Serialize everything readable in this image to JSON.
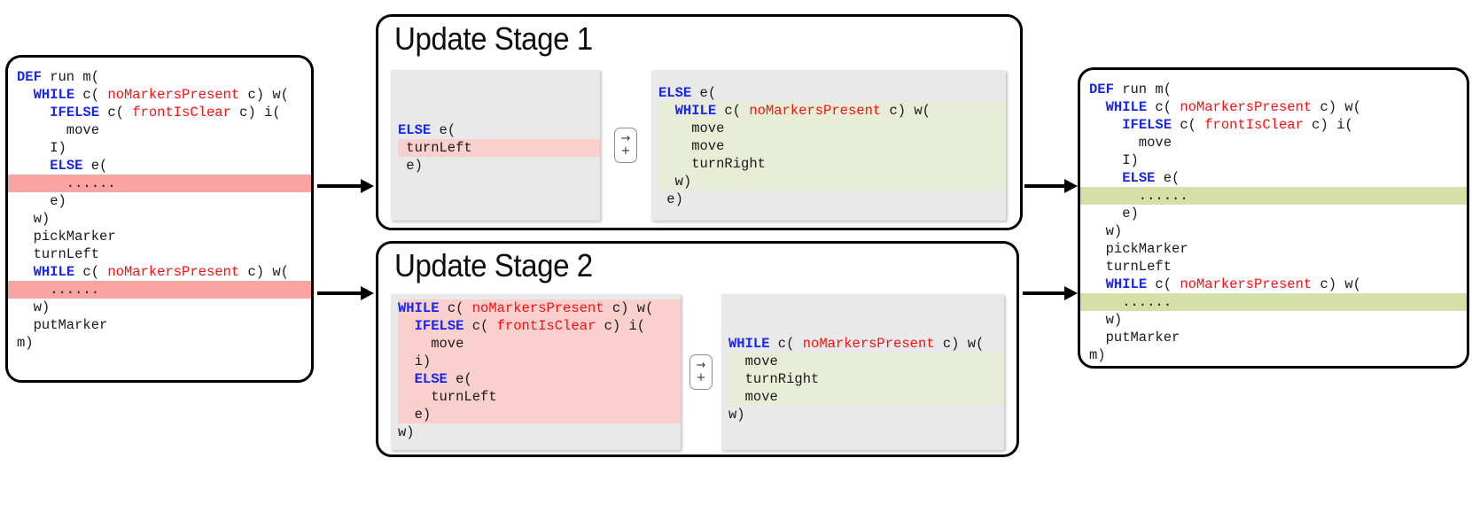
{
  "colors": {
    "keyword": "#1726f0",
    "predicate": "#fa0f0f",
    "plain": "#1a1a1a",
    "highlight_pink_strong": "#f9a3a3",
    "highlight_green_strong": "#d4e0a8",
    "highlight_pink_soft": "#fad0ce",
    "highlight_green_soft": "#e8edd8",
    "card_background": "#e9e9e9",
    "panel_border": "#000000"
  },
  "input_program": {
    "name": "input-program",
    "lines": [
      {
        "text": "DEF run m(",
        "tokens": [
          {
            "t": "DEF",
            "c": "kw"
          },
          {
            "t": " run m(",
            "c": "pl"
          }
        ],
        "highlight": "none"
      },
      {
        "text": "  WHILE c( noMarkersPresent c) w(",
        "tokens": [
          {
            "t": "  ",
            "c": "pl"
          },
          {
            "t": "WHILE",
            "c": "kw"
          },
          {
            "t": " c( ",
            "c": "pl"
          },
          {
            "t": "noMarkersPresent",
            "c": "pr"
          },
          {
            "t": " c) w(",
            "c": "pl"
          }
        ],
        "highlight": "none"
      },
      {
        "text": "    IFELSE c( frontIsClear c) i(",
        "tokens": [
          {
            "t": "    ",
            "c": "pl"
          },
          {
            "t": "IFELSE",
            "c": "kw"
          },
          {
            "t": " c( ",
            "c": "pl"
          },
          {
            "t": "frontIsClear",
            "c": "pr"
          },
          {
            "t": " c) i(",
            "c": "pl"
          }
        ],
        "highlight": "none"
      },
      {
        "text": "      move",
        "tokens": [
          {
            "t": "      move",
            "c": "pl"
          }
        ],
        "highlight": "none"
      },
      {
        "text": "    I)",
        "tokens": [
          {
            "t": "    I)",
            "c": "pl"
          }
        ],
        "highlight": "none"
      },
      {
        "text": "    ELSE e(",
        "tokens": [
          {
            "t": "    ",
            "c": "pl"
          },
          {
            "t": "ELSE",
            "c": "kw"
          },
          {
            "t": " e(",
            "c": "pl"
          }
        ],
        "highlight": "none"
      },
      {
        "text": "      ......",
        "tokens": [
          {
            "t": "      ......",
            "c": "pl"
          }
        ],
        "highlight": "pink"
      },
      {
        "text": "    e)",
        "tokens": [
          {
            "t": "    e)",
            "c": "pl"
          }
        ],
        "highlight": "none"
      },
      {
        "text": "  w)",
        "tokens": [
          {
            "t": "  w)",
            "c": "pl"
          }
        ],
        "highlight": "none"
      },
      {
        "text": "  pickMarker",
        "tokens": [
          {
            "t": "  pickMarker",
            "c": "pl"
          }
        ],
        "highlight": "none"
      },
      {
        "text": "  turnLeft",
        "tokens": [
          {
            "t": "  turnLeft",
            "c": "pl"
          }
        ],
        "highlight": "none"
      },
      {
        "text": "  WHILE c( noMarkersPresent c) w(",
        "tokens": [
          {
            "t": "  ",
            "c": "pl"
          },
          {
            "t": "WHILE",
            "c": "kw"
          },
          {
            "t": " c( ",
            "c": "pl"
          },
          {
            "t": "noMarkersPresent",
            "c": "pr"
          },
          {
            "t": " c) w(",
            "c": "pl"
          }
        ],
        "highlight": "none"
      },
      {
        "text": "    ......",
        "tokens": [
          {
            "t": "    ......",
            "c": "pl"
          }
        ],
        "highlight": "pink"
      },
      {
        "text": "  w)",
        "tokens": [
          {
            "t": "  w)",
            "c": "pl"
          }
        ],
        "highlight": "none"
      },
      {
        "text": "  putMarker",
        "tokens": [
          {
            "t": "  putMarker",
            "c": "pl"
          }
        ],
        "highlight": "none"
      },
      {
        "text": "m)",
        "tokens": [
          {
            "t": "m)",
            "c": "pl"
          }
        ],
        "highlight": "none"
      }
    ]
  },
  "output_program": {
    "name": "output-program",
    "lines": [
      {
        "text": "DEF run m(",
        "tokens": [
          {
            "t": "DEF",
            "c": "kw"
          },
          {
            "t": " run m(",
            "c": "pl"
          }
        ],
        "highlight": "none"
      },
      {
        "text": "  WHILE c( noMarkersPresent c) w(",
        "tokens": [
          {
            "t": "  ",
            "c": "pl"
          },
          {
            "t": "WHILE",
            "c": "kw"
          },
          {
            "t": " c( ",
            "c": "pl"
          },
          {
            "t": "noMarkersPresent",
            "c": "pr"
          },
          {
            "t": " c) w(",
            "c": "pl"
          }
        ],
        "highlight": "none"
      },
      {
        "text": "    IFELSE c( frontIsClear c) i(",
        "tokens": [
          {
            "t": "    ",
            "c": "pl"
          },
          {
            "t": "IFELSE",
            "c": "kw"
          },
          {
            "t": " c( ",
            "c": "pl"
          },
          {
            "t": "frontIsClear",
            "c": "pr"
          },
          {
            "t": " c) i(",
            "c": "pl"
          }
        ],
        "highlight": "none"
      },
      {
        "text": "      move",
        "tokens": [
          {
            "t": "      move",
            "c": "pl"
          }
        ],
        "highlight": "none"
      },
      {
        "text": "    I)",
        "tokens": [
          {
            "t": "    I)",
            "c": "pl"
          }
        ],
        "highlight": "none"
      },
      {
        "text": "    ELSE e(",
        "tokens": [
          {
            "t": "    ",
            "c": "pl"
          },
          {
            "t": "ELSE",
            "c": "kw"
          },
          {
            "t": " e(",
            "c": "pl"
          }
        ],
        "highlight": "none"
      },
      {
        "text": "      ......",
        "tokens": [
          {
            "t": "      ......",
            "c": "pl"
          }
        ],
        "highlight": "green"
      },
      {
        "text": "    e)",
        "tokens": [
          {
            "t": "    e)",
            "c": "pl"
          }
        ],
        "highlight": "none"
      },
      {
        "text": "  w)",
        "tokens": [
          {
            "t": "  w)",
            "c": "pl"
          }
        ],
        "highlight": "none"
      },
      {
        "text": "  pickMarker",
        "tokens": [
          {
            "t": "  pickMarker",
            "c": "pl"
          }
        ],
        "highlight": "none"
      },
      {
        "text": "  turnLeft",
        "tokens": [
          {
            "t": "  turnLeft",
            "c": "pl"
          }
        ],
        "highlight": "none"
      },
      {
        "text": "  WHILE c( noMarkersPresent c) w(",
        "tokens": [
          {
            "t": "  ",
            "c": "pl"
          },
          {
            "t": "WHILE",
            "c": "kw"
          },
          {
            "t": " c( ",
            "c": "pl"
          },
          {
            "t": "noMarkersPresent",
            "c": "pr"
          },
          {
            "t": " c) w(",
            "c": "pl"
          }
        ],
        "highlight": "none"
      },
      {
        "text": "    ......",
        "tokens": [
          {
            "t": "    ......",
            "c": "pl"
          }
        ],
        "highlight": "green"
      },
      {
        "text": "  w)",
        "tokens": [
          {
            "t": "  w)",
            "c": "pl"
          }
        ],
        "highlight": "none"
      },
      {
        "text": "  putMarker",
        "tokens": [
          {
            "t": "  putMarker",
            "c": "pl"
          }
        ],
        "highlight": "none"
      },
      {
        "text": "m)",
        "tokens": [
          {
            "t": "m)",
            "c": "pl"
          }
        ],
        "highlight": "none"
      }
    ]
  },
  "stages": [
    {
      "title": "Update Stage 1",
      "button": {
        "arrow_glyph": "→",
        "plus_glyph": "+"
      },
      "before": {
        "name": "stage1-before-card",
        "lines": [
          {
            "tokens": [
              {
                "t": "ELSE",
                "c": "kw"
              },
              {
                "t": " e(",
                "c": "pl"
              }
            ],
            "highlight": "none"
          },
          {
            "tokens": [
              {
                "t": " turnLeft",
                "c": "pl"
              }
            ],
            "highlight": "pink"
          },
          {
            "tokens": [
              {
                "t": " e)",
                "c": "pl"
              }
            ],
            "highlight": "none"
          }
        ]
      },
      "after": {
        "name": "stage1-after-card",
        "lines": [
          {
            "tokens": [
              {
                "t": "ELSE",
                "c": "kw"
              },
              {
                "t": " e(",
                "c": "pl"
              }
            ],
            "highlight": "none"
          },
          {
            "tokens": [
              {
                "t": "  ",
                "c": "pl"
              },
              {
                "t": "WHILE",
                "c": "kw"
              },
              {
                "t": " c( ",
                "c": "pl"
              },
              {
                "t": "noMarkersPresent",
                "c": "pr"
              },
              {
                "t": " c) w(",
                "c": "pl"
              }
            ],
            "highlight": "green"
          },
          {
            "tokens": [
              {
                "t": "    move",
                "c": "pl"
              }
            ],
            "highlight": "green"
          },
          {
            "tokens": [
              {
                "t": "    move",
                "c": "pl"
              }
            ],
            "highlight": "green"
          },
          {
            "tokens": [
              {
                "t": "    turnRight",
                "c": "pl"
              }
            ],
            "highlight": "green"
          },
          {
            "tokens": [
              {
                "t": "  w)",
                "c": "pl"
              }
            ],
            "highlight": "green"
          },
          {
            "tokens": [
              {
                "t": " e)",
                "c": "pl"
              }
            ],
            "highlight": "none"
          }
        ]
      }
    },
    {
      "title": "Update Stage 2",
      "button": {
        "arrow_glyph": "→",
        "plus_glyph": "+"
      },
      "before": {
        "name": "stage2-before-card",
        "lines": [
          {
            "tokens": [
              {
                "t": "WHILE",
                "c": "kw"
              },
              {
                "t": " c( ",
                "c": "pl"
              },
              {
                "t": "noMarkersPresent",
                "c": "pr"
              },
              {
                "t": " c) w(",
                "c": "pl"
              }
            ],
            "highlight": "pink"
          },
          {
            "tokens": [
              {
                "t": "  ",
                "c": "pl"
              },
              {
                "t": "IFELSE",
                "c": "kw"
              },
              {
                "t": " c( ",
                "c": "pl"
              },
              {
                "t": "frontIsClear",
                "c": "pr"
              },
              {
                "t": " c) i(",
                "c": "pl"
              }
            ],
            "highlight": "pink"
          },
          {
            "tokens": [
              {
                "t": "    move",
                "c": "pl"
              }
            ],
            "highlight": "pink"
          },
          {
            "tokens": [
              {
                "t": "  i)",
                "c": "pl"
              }
            ],
            "highlight": "pink"
          },
          {
            "tokens": [
              {
                "t": "  ",
                "c": "pl"
              },
              {
                "t": "ELSE",
                "c": "kw"
              },
              {
                "t": " e(",
                "c": "pl"
              }
            ],
            "highlight": "pink"
          },
          {
            "tokens": [
              {
                "t": "    turnLeft",
                "c": "pl"
              }
            ],
            "highlight": "pink"
          },
          {
            "tokens": [
              {
                "t": "  e)",
                "c": "pl"
              }
            ],
            "highlight": "pink"
          },
          {
            "tokens": [
              {
                "t": "w)",
                "c": "pl"
              }
            ],
            "highlight": "none"
          }
        ]
      },
      "after": {
        "name": "stage2-after-card",
        "lines": [
          {
            "tokens": [
              {
                "t": "WHILE",
                "c": "kw"
              },
              {
                "t": " c( ",
                "c": "pl"
              },
              {
                "t": "noMarkersPresent",
                "c": "pr"
              },
              {
                "t": " c) w(",
                "c": "pl"
              }
            ],
            "highlight": "none"
          },
          {
            "tokens": [
              {
                "t": "  move",
                "c": "pl"
              }
            ],
            "highlight": "green"
          },
          {
            "tokens": [
              {
                "t": "  turnRight",
                "c": "pl"
              }
            ],
            "highlight": "green"
          },
          {
            "tokens": [
              {
                "t": "  move",
                "c": "pl"
              }
            ],
            "highlight": "green"
          },
          {
            "tokens": [
              {
                "t": "w)",
                "c": "pl"
              }
            ],
            "highlight": "none"
          }
        ]
      }
    }
  ],
  "connectors": [
    {
      "name": "arrow-input-to-stage1"
    },
    {
      "name": "arrow-input-to-stage2"
    },
    {
      "name": "arrow-stage1-to-output"
    },
    {
      "name": "arrow-stage2-to-output"
    }
  ]
}
